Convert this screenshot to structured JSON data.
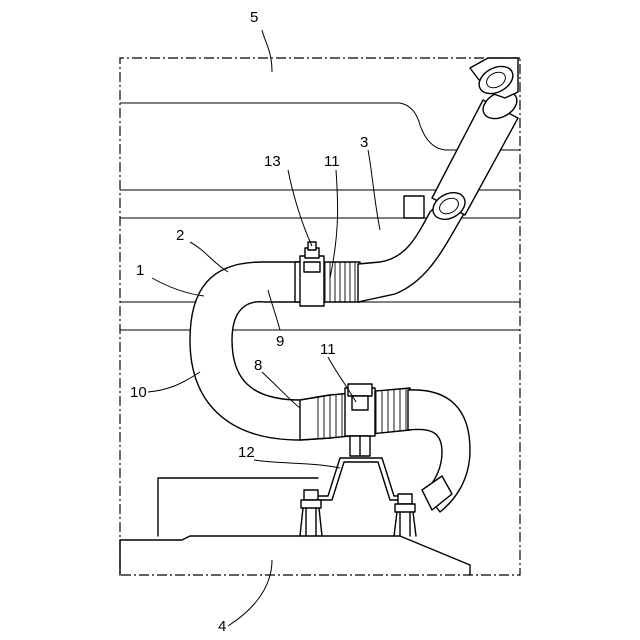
{
  "labels": {
    "n1": "1",
    "n2": "2",
    "n3": "3",
    "n4": "4",
    "n5": "5",
    "n8": "8",
    "n9": "9",
    "n10": "10",
    "n11_upper": "11",
    "n11_lower": "11",
    "n12": "12",
    "n13": "13"
  }
}
